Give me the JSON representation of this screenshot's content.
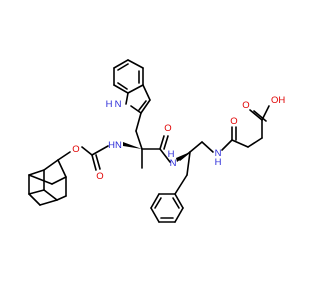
{
  "molecule": {
    "atom_labels": {
      "indole_nh": "NH",
      "h_indole": "H",
      "n_indole": "N",
      "carbamate_nh": "HN",
      "carbamate_o1": "O",
      "carbamate_o2": "O",
      "amide_o1": "O",
      "amide_nh1": "N",
      "amide_h1": "H",
      "amide_nh2": "N",
      "amide_h2": "H",
      "ketone_o": "O",
      "acid_o": "O",
      "acid_oh": "OH"
    },
    "colors": {
      "bond": "#000000",
      "nitrogen": "#2b2bd8",
      "oxygen": "#e00000",
      "background": "#ffffff"
    }
  }
}
